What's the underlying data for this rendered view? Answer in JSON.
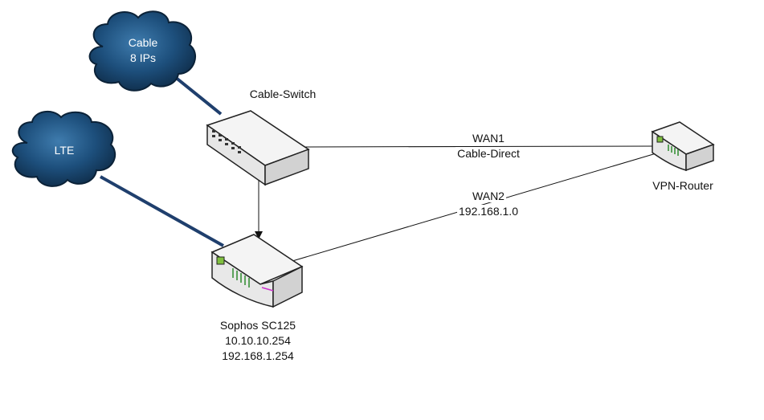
{
  "clouds": {
    "cable": {
      "line1": "Cable",
      "line2": "8 IPs"
    },
    "lte": {
      "label": "LTE"
    }
  },
  "devices": {
    "cable_switch": {
      "label": "Cable-Switch"
    },
    "vpn_router": {
      "label": "VPN-Router"
    },
    "sophos": {
      "name": "Sophos SC125",
      "ip1": "10.10.10.254",
      "ip2": "192.168.1.254"
    }
  },
  "links": {
    "wan1": {
      "name": "WAN1",
      "detail": "Cable-Direct"
    },
    "wan2": {
      "name": "WAN2",
      "detail": "192.168.1.0"
    }
  },
  "colors": {
    "cloud_fill": "#123a5e",
    "cloud_highlight": "#3f7cae",
    "link_blue": "#1f3f6d",
    "line": "#111111"
  }
}
